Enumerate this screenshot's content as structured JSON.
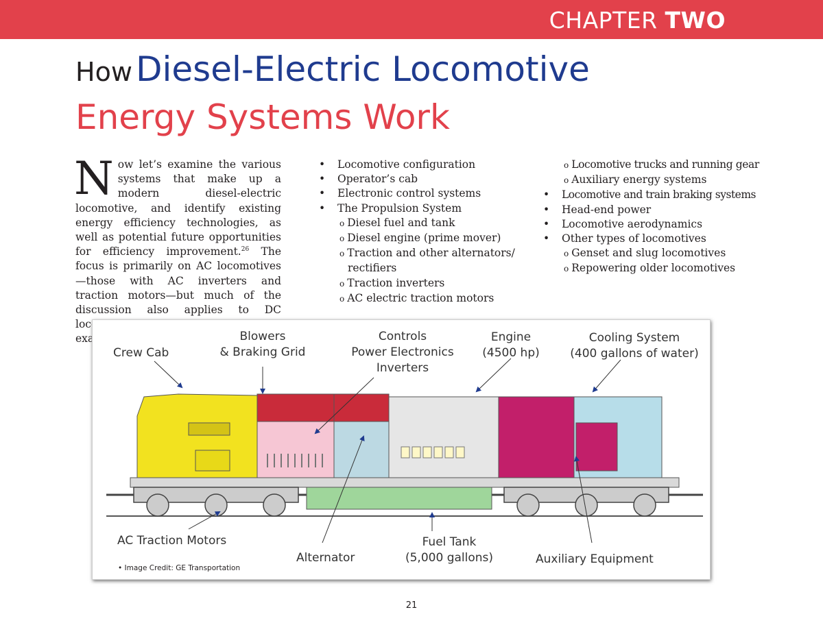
{
  "header": {
    "chapter_prefix": "CHAPTER",
    "chapter_number": "TWO"
  },
  "title": {
    "how": "How",
    "line1": "Diesel-Electric Locomotive",
    "line2": "Energy Systems Work"
  },
  "intro": {
    "dropcap": "N",
    "text_before_sup": "ow let’s examine the various systems that make up a modern diesel-electric locomotive, and identify existing energy efficiency technologies, as well as potential future opportunities for efficiency improvement.",
    "footnote": "26",
    "text_after_sup": " The focus is primarily on AC locomotives—those with AC inverters and traction motors—but much of the discussion also applies to DC locomotives. The systems we will examine are:"
  },
  "systems_list": {
    "col2": [
      {
        "marker": "•",
        "text": "Locomotive configuration"
      },
      {
        "marker": "•",
        "text": "Operator’s cab"
      },
      {
        "marker": "•",
        "text": "Electronic control systems"
      },
      {
        "marker": "•",
        "text": "The Propulsion System"
      },
      {
        "marker": "o",
        "text": "Diesel fuel and tank"
      },
      {
        "marker": "o",
        "text": "Diesel engine (prime mover)"
      },
      {
        "marker": "o",
        "text": "Traction and other alternators/"
      },
      {
        "marker": "",
        "text": "rectifiers"
      },
      {
        "marker": "o",
        "text": "Traction inverters"
      },
      {
        "marker": "o",
        "text": "AC electric traction motors"
      }
    ],
    "col3": [
      {
        "marker": "o",
        "text": "Locomotive trucks and running gear"
      },
      {
        "marker": "o",
        "text": "Auxiliary energy systems"
      },
      {
        "marker": "•",
        "text": "Locomotive and train braking systems"
      },
      {
        "marker": "•",
        "text": "Head-end power"
      },
      {
        "marker": "•",
        "text": "Locomotive aerodynamics"
      },
      {
        "marker": "•",
        "text": "Other types of locomotives"
      },
      {
        "marker": "o",
        "text": "Genset and slug locomotives"
      },
      {
        "marker": "o",
        "text": "Repowering older locomotives"
      }
    ]
  },
  "figure": {
    "labels": {
      "crew_cab": "Crew Cab",
      "blowers_1": "Blowers",
      "blowers_2": "& Braking Grid",
      "controls_1": "Controls",
      "controls_2": "Power Electronics",
      "controls_3": "Inverters",
      "engine_1": "Engine",
      "engine_2": "(4500 hp)",
      "cooling_1": "Cooling System",
      "cooling_2": "(400 gallons of water)",
      "ac_traction": "AC Traction Motors",
      "alternator": "Alternator",
      "fuel_1": "Fuel Tank",
      "fuel_2": "(5,000 gallons)",
      "auxiliary": "Auxiliary Equipment"
    },
    "credit": "• Image Credit: GE Transportation",
    "colors": {
      "cab": "#f2e21f",
      "blowers": "#c92b3a",
      "controls": "#f6c6d4",
      "engine": "#e6e6e6",
      "fuel_tank": "#9fd69b",
      "cooling": "#b7dde9",
      "auxiliary": "#c21f6a",
      "arrow": "#1f3b8f"
    }
  },
  "page_number": "21"
}
